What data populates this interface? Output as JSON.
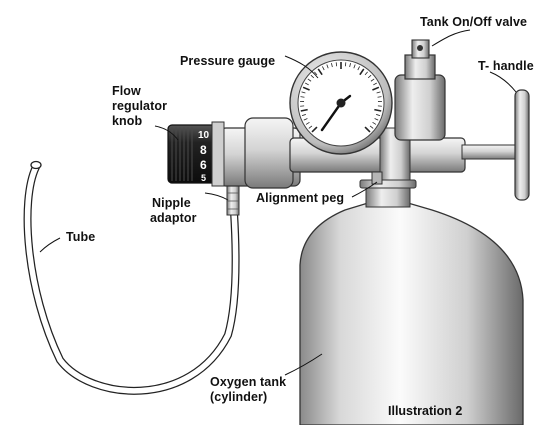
{
  "labels": {
    "tank_valve": "Tank On/Off valve",
    "pressure_gauge": "Pressure gauge",
    "t_handle": "T- handle",
    "flow_knob_1": "Flow",
    "flow_knob_2": "regulator",
    "flow_knob_3": "knob",
    "nipple_1": "Nipple",
    "nipple_2": "adaptor",
    "alignment_peg": "Alignment peg",
    "tube": "Tube",
    "tank_1": "Oxygen tank",
    "tank_2": "(cylinder)"
  },
  "knob_scale": [
    "10",
    "8",
    "6",
    "5"
  ],
  "caption": "Illustration 2",
  "colors": {
    "ink": "#222222",
    "metal_light": "#eeeeee",
    "metal_mid": "#c9c9c9",
    "metal_dark": "#6d6d6d",
    "knob": "#1a1a1a"
  }
}
